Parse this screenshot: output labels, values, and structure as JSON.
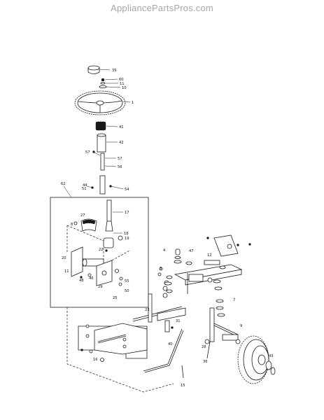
{
  "watermark": "AppliancePartsPros.com",
  "callouts": {
    "c35": "35",
    "c60": "60",
    "c11": "11",
    "c10": "10",
    "c1": "1",
    "c41": "41",
    "c42": "42",
    "c57a": "57",
    "c57b": "57",
    "c56": "56",
    "c44": "44",
    "c51": "51",
    "c54": "54",
    "c62": "62",
    "c17": "17",
    "c27": "27",
    "c18": "18",
    "c19": "19",
    "c8": "8",
    "c22": "22",
    "c20": "20",
    "c11b": "11",
    "c48": "48",
    "c46": "46",
    "c29": "29",
    "c25": "25",
    "c50": "50",
    "c55": "55",
    "c47": "47",
    "c12": "12",
    "c3": "3",
    "c4": "4",
    "c7": "7",
    "c31": "31",
    "c23": "23",
    "c40": "40",
    "c28": "28",
    "c36": "36",
    "c15": "15",
    "c16": "16",
    "c43": "43",
    "c9": "9"
  }
}
